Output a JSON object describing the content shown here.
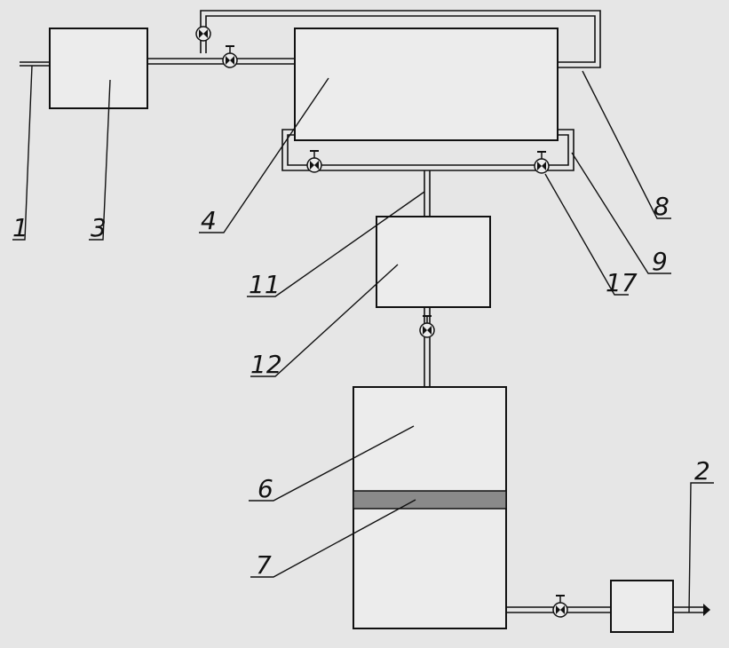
{
  "diagram": {
    "labels": {
      "l1": "1",
      "l2": "2",
      "l3": "3",
      "l4": "4",
      "l6": "6",
      "l7": "7",
      "l8": "8",
      "l9": "9",
      "l11": "11",
      "l12": "12",
      "l17": "17"
    },
    "colors": {
      "background": "#e6e6e6",
      "line": "#111111",
      "layer7": "#8a8a8a"
    }
  }
}
